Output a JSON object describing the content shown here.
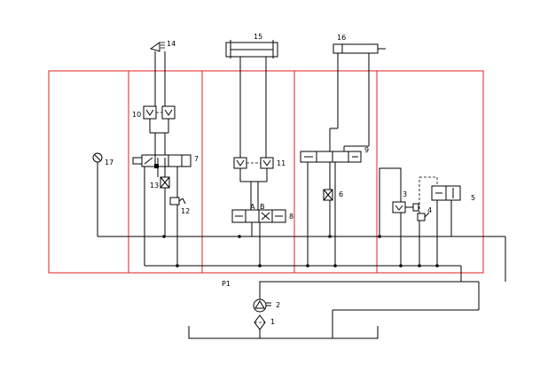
{
  "labels": {
    "n1": "1",
    "n2": "2",
    "n3": "3",
    "n4": "4",
    "n5": "5",
    "n6": "6",
    "n7": "7",
    "n8": "8",
    "n9": "9",
    "n10": "10",
    "n11": "11",
    "n12": "12",
    "n13": "13",
    "n14": "14",
    "n15": "15",
    "n16": "16",
    "n17": "17",
    "p1": "P1",
    "valve8_port_a": "A",
    "valve8_port_b": "B"
  },
  "colors": {
    "sections": "#e02020",
    "lines": "#000000"
  }
}
